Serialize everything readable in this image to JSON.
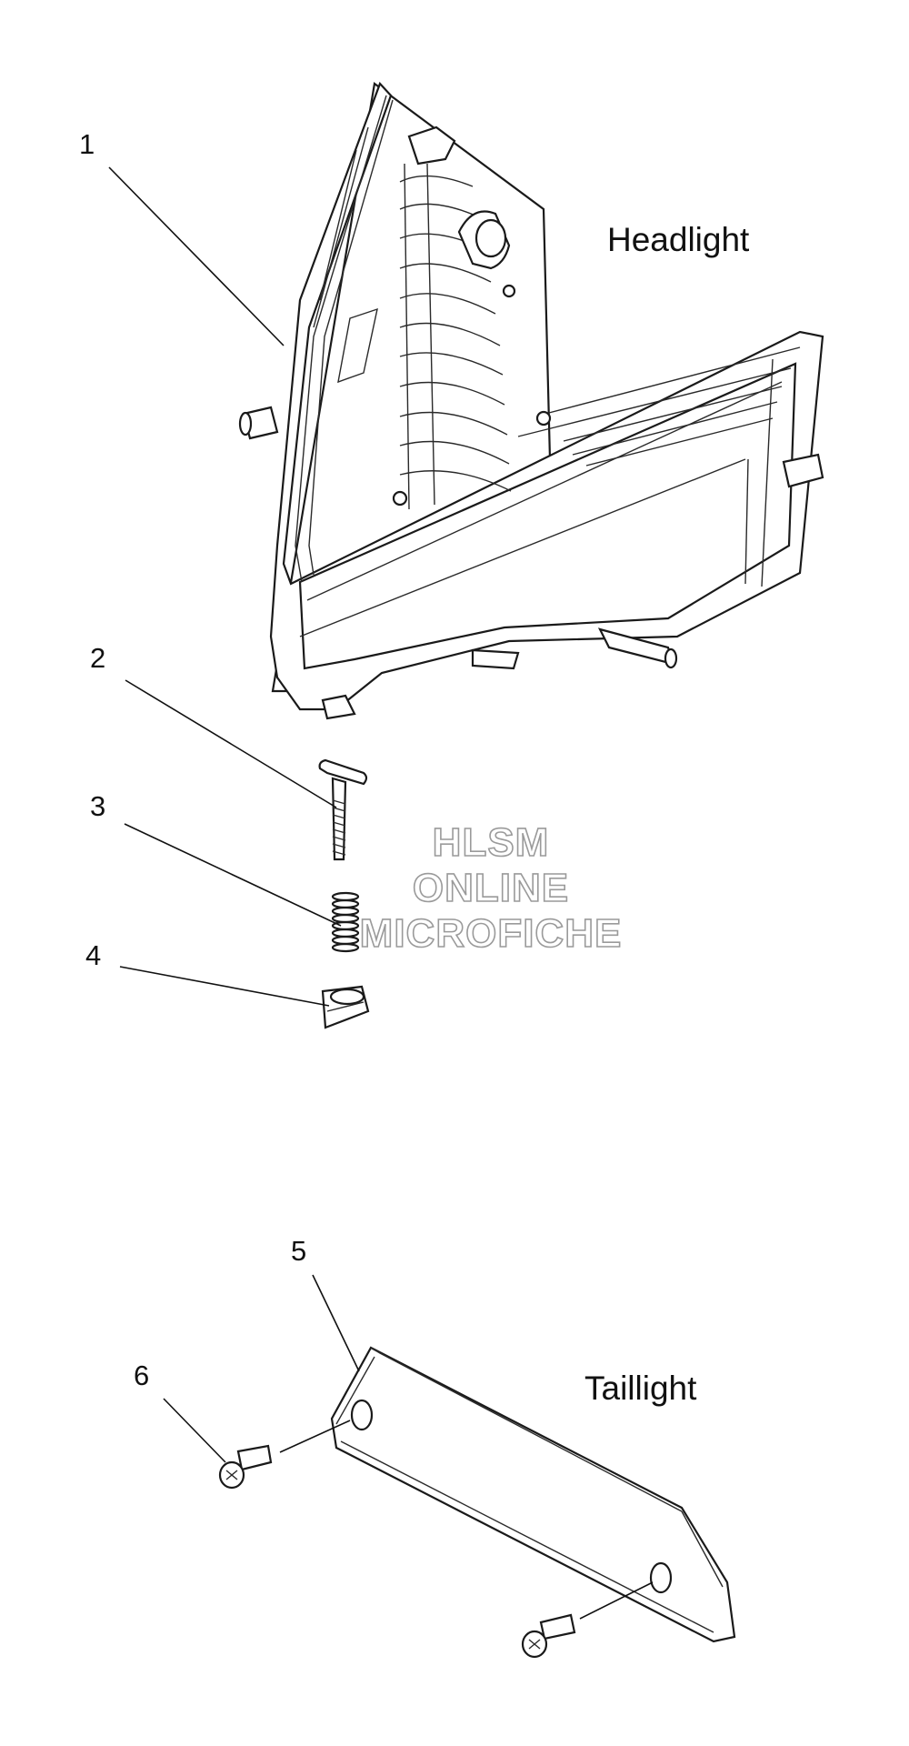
{
  "callouts": [
    {
      "number": "1"
    },
    {
      "number": "2"
    },
    {
      "number": "3"
    },
    {
      "number": "4"
    },
    {
      "number": "5"
    },
    {
      "number": "6"
    }
  ],
  "sections": {
    "headlight": "Headlight",
    "taillight": "Taillight"
  },
  "watermark": {
    "line1": "HLSM",
    "line2": "ONLINE",
    "line3": "MICROFICHE"
  }
}
